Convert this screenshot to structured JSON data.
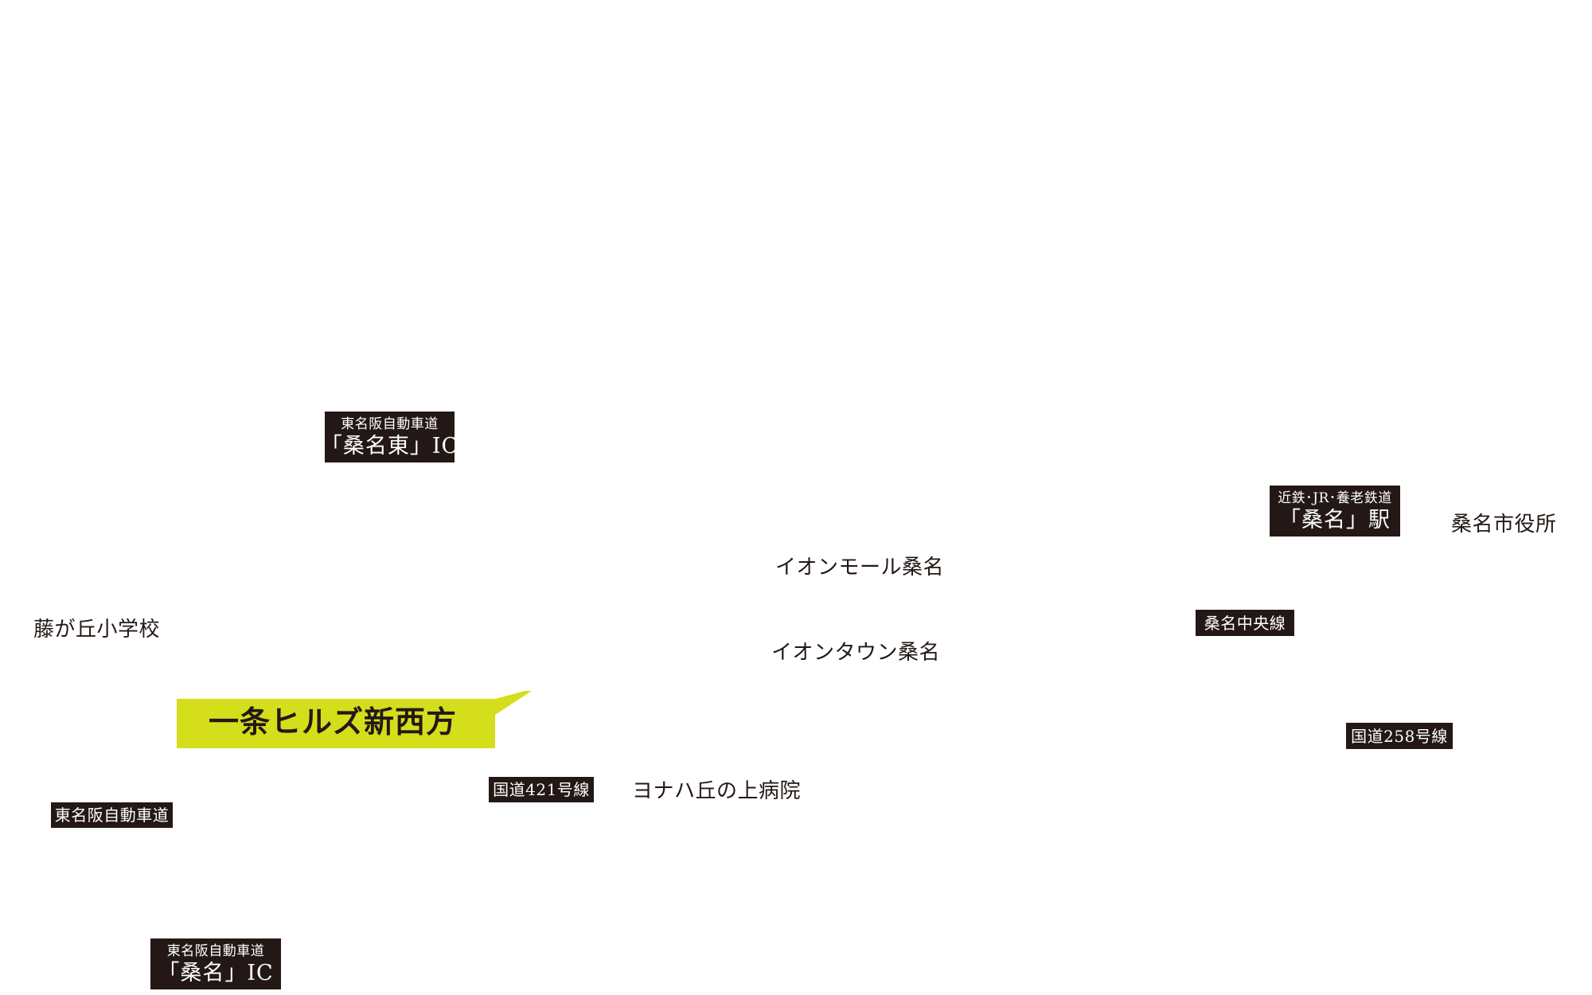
{
  "colors": {
    "tag_background": "#231815",
    "tag_text": "#ffffff",
    "text": "#231815",
    "site_highlight": "#d4de1b"
  },
  "site": {
    "name": "一条ヒルズ新西方"
  },
  "interchanges": {
    "kuwana_higashi": {
      "line": "東名阪自動車道",
      "name": "「桑名東」IC"
    },
    "kuwana": {
      "line": "東名阪自動車道",
      "name": "「桑名」IC"
    }
  },
  "station": {
    "lines": "近鉄･JR･養老鉄道",
    "name": "「桑名」駅"
  },
  "road_tags": {
    "kuwana_chuo": "桑名中央線",
    "route_258": "国道258号線",
    "route_421": "国道421号線",
    "expressway": "東名阪自動車道"
  },
  "places": {
    "city_hall": "桑名市役所",
    "aeon_mall": "イオンモール桑名",
    "aeon_town": "イオンタウン桑名",
    "school": "藤が丘小学校",
    "hospital": "ヨナハ丘の上病院"
  }
}
